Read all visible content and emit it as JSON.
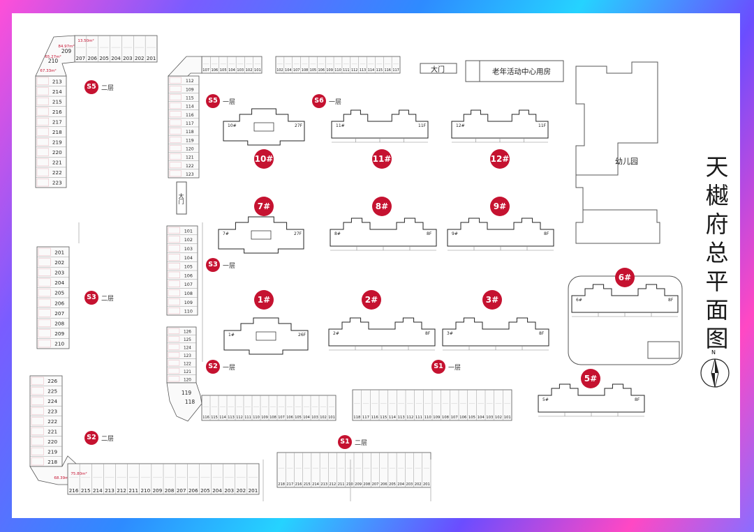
{
  "title_chars": [
    "天",
    "樾",
    "府",
    "总",
    "平",
    "面",
    "图"
  ],
  "labels": {
    "gate_top": "大门",
    "gate_left": "大门",
    "senior_center": "老年活动中心用房",
    "kindergarten": "幼儿园",
    "north": "N"
  },
  "buildings": [
    "10#",
    "11#",
    "12#",
    "7#",
    "8#",
    "9#",
    "1#",
    "2#",
    "3#",
    "6#",
    "5#"
  ],
  "building_plan_labels": {
    "b10": [
      "10#",
      "27F"
    ],
    "b11": [
      "11#",
      "11F"
    ],
    "b12": [
      "12#",
      "11F"
    ],
    "b7": [
      "7#",
      "27F"
    ],
    "b8": [
      "8#",
      "8F"
    ],
    "b9": [
      "9#",
      "8F"
    ],
    "b1": [
      "1#",
      "26F"
    ],
    "b2": [
      "2#",
      "8F"
    ],
    "b3": [
      "3#",
      "8F"
    ],
    "b6": [
      "6#",
      "8F"
    ],
    "b5": [
      "5#",
      "8F"
    ]
  },
  "zones": [
    {
      "code": "S5",
      "floor": "二层"
    },
    {
      "code": "S5",
      "floor": "一层"
    },
    {
      "code": "S6",
      "floor": "一层"
    },
    {
      "code": "S3",
      "floor": "一层"
    },
    {
      "code": "S3",
      "floor": "二层"
    },
    {
      "code": "S2",
      "floor": "一层"
    },
    {
      "code": "S1",
      "floor": "一层"
    },
    {
      "code": "S2",
      "floor": "二层"
    },
    {
      "code": "S1",
      "floor": "二层"
    }
  ],
  "units": {
    "s5_floor2_top": [
      "207",
      "206",
      "205",
      "204",
      "203",
      "202",
      "201"
    ],
    "s5_floor2_corner": [
      "209",
      "210"
    ],
    "s5_floor2_left": [
      "213",
      "214",
      "215",
      "216",
      "217",
      "218",
      "219",
      "220",
      "221",
      "222",
      "223"
    ],
    "s5_floor1_top": [
      "107",
      "106",
      "105",
      "104",
      "103",
      "102",
      "101"
    ],
    "s5_floor1_left": [
      "112",
      "109",
      "115",
      "114",
      "116",
      "117",
      "118",
      "119",
      "120",
      "121",
      "122",
      "123"
    ],
    "s6_floor1_top": [
      "102",
      "104",
      "107",
      "108",
      "105",
      "106",
      "109",
      "110",
      "111",
      "112",
      "113",
      "114",
      "115",
      "116",
      "117"
    ],
    "s3_floor1": [
      "101",
      "102",
      "103",
      "104",
      "105",
      "106",
      "107",
      "108",
      "109",
      "110"
    ],
    "s3_floor2": [
      "201",
      "202",
      "203",
      "204",
      "205",
      "206",
      "207",
      "208",
      "209",
      "210"
    ],
    "s2_floor1_left": [
      "126",
      "125",
      "124",
      "123",
      "122",
      "121",
      "120"
    ],
    "s2_floor1_corner": [
      "119",
      "118"
    ],
    "s2_floor1_bottom": [
      "116",
      "115",
      "114",
      "113",
      "112",
      "111",
      "110",
      "109",
      "108",
      "107",
      "106",
      "105",
      "104",
      "103",
      "102",
      "101"
    ],
    "s1_floor1": [
      "118",
      "117",
      "116",
      "115",
      "114",
      "113",
      "112",
      "111",
      "110",
      "109",
      "108",
      "107",
      "106",
      "105",
      "104",
      "103",
      "102",
      "101"
    ],
    "s2_floor2_left": [
      "226",
      "225",
      "224",
      "223",
      "222",
      "221",
      "220",
      "219",
      "218"
    ],
    "s2_floor2_bottom": [
      "216",
      "215",
      "214",
      "213",
      "212",
      "211",
      "210",
      "209",
      "208",
      "207",
      "206",
      "205",
      "204",
      "203",
      "202",
      "201"
    ],
    "s1_floor2": [
      "218",
      "217",
      "216",
      "215",
      "214",
      "213",
      "212",
      "211",
      "210",
      "209",
      "208",
      "207",
      "206",
      "205",
      "204",
      "203",
      "202",
      "201"
    ]
  },
  "unit_notes": {
    "s5_207": "13.50m²",
    "s5_209": "84.97m²",
    "s5_210": "65.27m²",
    "s5_213": "67.33m²",
    "s2_218": "68.39m²",
    "s2_216": "75.80m²"
  },
  "colors": {
    "badge": "#c51230",
    "unit_text": "#c51230",
    "line": "#555555"
  }
}
